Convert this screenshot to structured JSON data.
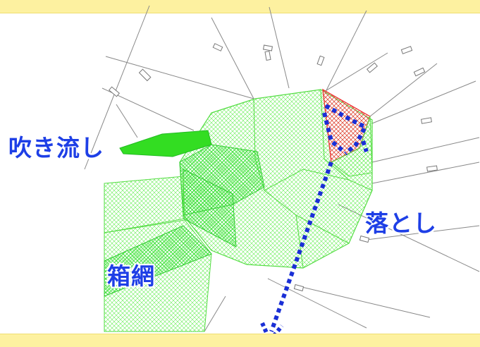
{
  "labels": {
    "fukinagashi": "吹き流し",
    "otoshi": "落とし",
    "hako_ami": "箱網"
  },
  "colors": {
    "net_line": "#66ee55",
    "net_fill": "#e9fde4",
    "red_section": "#ee3333",
    "rope": "#888888",
    "label": "#1e3fe6",
    "arrow": "#1a2fd6",
    "banner": "#fdf1a0"
  }
}
